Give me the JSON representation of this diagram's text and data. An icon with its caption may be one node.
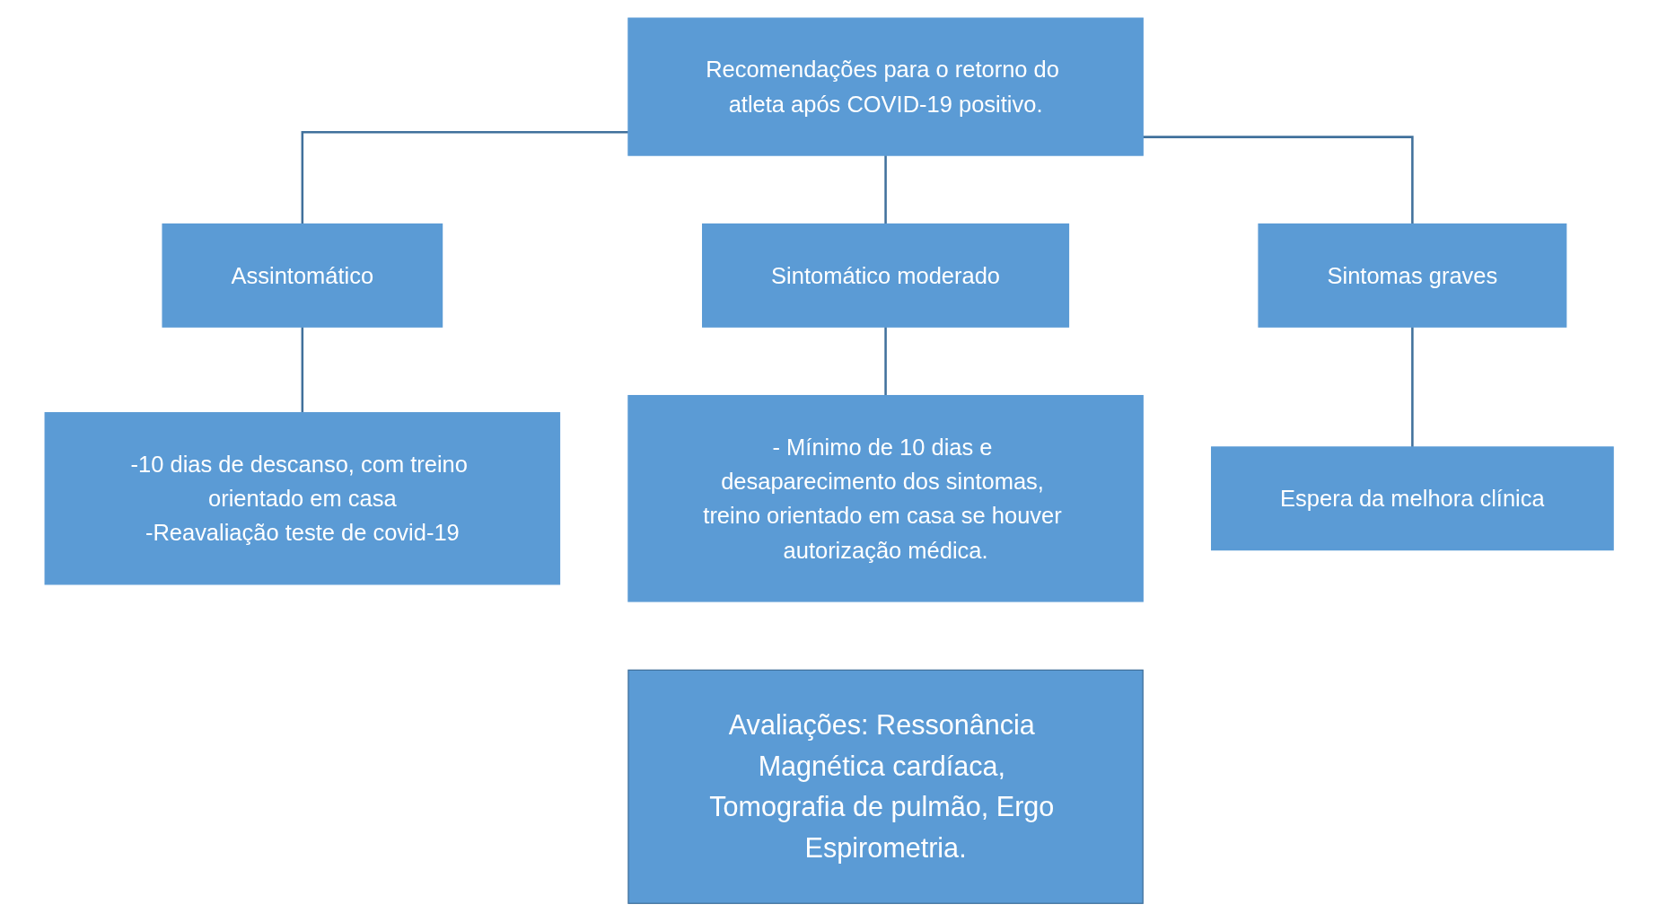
{
  "diagram": {
    "nodes": [
      {
        "text": [
          "Recomendações para o retorno do atleta após COVID-19 positivo."
        ]
      },
      {
        "text": [
          "Assintomático"
        ]
      },
      {
        "text": [
          "Sintomático moderado"
        ]
      },
      {
        "text": [
          "Sintomas graves"
        ]
      },
      {
        "text": [
          "-10 dias de descanso, com treino orientado em casa",
          "-Reavaliação teste de covid-19"
        ]
      },
      {
        "text": [
          "- Mínimo de 10 dias e desaparecimento dos sintomas, treino orientado em casa se houver autorização médica."
        ]
      },
      {
        "text": [
          "Espera da melhora clínica"
        ]
      },
      {
        "text": [
          "Avaliações: Ressonância Magnética cardíaca, Tomografia de pulmão, Ergo Espirometria."
        ]
      }
    ],
    "edges": [
      {
        "from": 0,
        "to": 1,
        "arrow": "none"
      },
      {
        "from": 0,
        "to": 2,
        "arrow": "none"
      },
      {
        "from": 0,
        "to": 3,
        "arrow": "none"
      },
      {
        "from": 1,
        "to": 4,
        "arrow": "none"
      },
      {
        "from": 2,
        "to": 5,
        "arrow": "none"
      },
      {
        "from": 3,
        "to": 6,
        "arrow": "none"
      }
    ]
  }
}
